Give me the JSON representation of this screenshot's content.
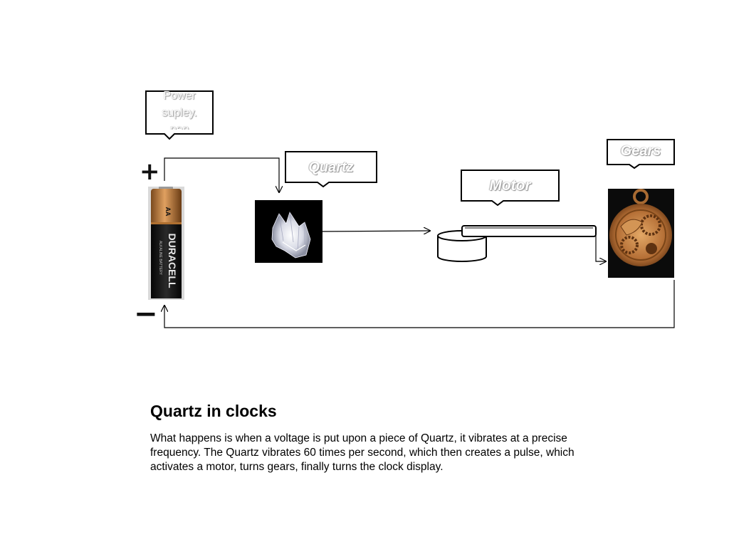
{
  "diagram": {
    "labels": {
      "power": [
        "Power",
        "supley.",
        "pen"
      ],
      "quartz": "Quartz",
      "motor": "Motor",
      "gears": "Gears",
      "plus": "+",
      "minus": "−"
    },
    "battery": {
      "brand": "DURACELL",
      "type_line": "ALKALINE BATTERY",
      "size": "AA",
      "colors": {
        "top": "#b87333",
        "body": "#1a1a1a"
      }
    },
    "icons": [
      "battery-icon",
      "quartz-crystal-icon",
      "motor-icon",
      "gears-icon"
    ],
    "flow": [
      "power",
      "quartz",
      "motor",
      "gears",
      "power"
    ]
  },
  "caption": {
    "title": "Quartz in clocks",
    "body": "What happens is when a voltage is put upon a piece of Quartz, it vibrates at a precise frequency. The Quartz vibrates 60 times per second, which then creates a pulse, which activates a motor, turns gears,  finally  turns the clock display."
  }
}
